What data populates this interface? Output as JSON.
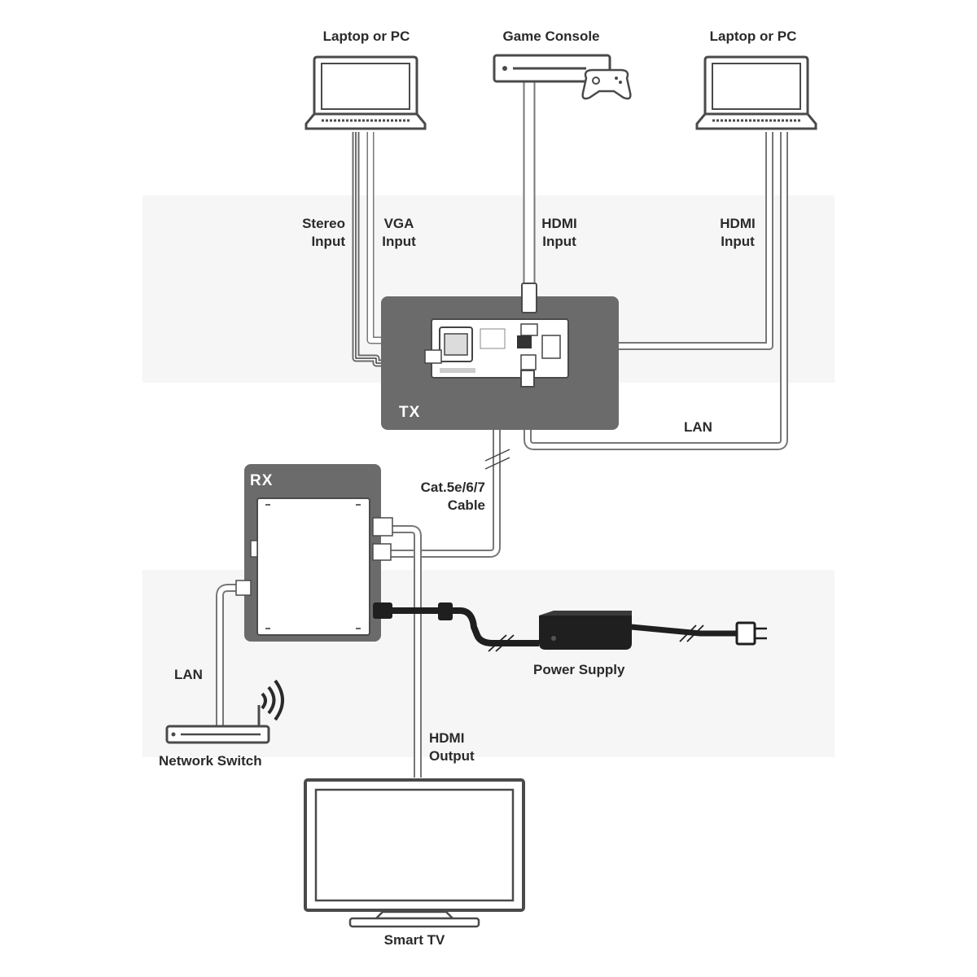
{
  "devices": {
    "laptop_left": "Laptop or PC",
    "game_console": "Game Console",
    "laptop_right": "Laptop or PC",
    "tx": "TX",
    "rx": "RX",
    "power_supply": "Power Supply",
    "network_switch": "Network Switch",
    "smart_tv": "Smart TV"
  },
  "connections": {
    "stereo_input": [
      "Stereo",
      "Input"
    ],
    "vga_input": [
      "VGA",
      "Input"
    ],
    "hdmi_input_console": [
      "HDMI",
      "Input"
    ],
    "hdmi_input_laptop": [
      "HDMI",
      "Input"
    ],
    "lan_tx": "LAN",
    "cat_cable": [
      "Cat.5e/6/7",
      "Cable"
    ],
    "lan_rx": "LAN",
    "hdmi_output": [
      "HDMI",
      "Output"
    ]
  },
  "colors": {
    "device_gray": "#6b6b6b",
    "device_outline": "#4a4a4a",
    "cable_fill": "#ffffff",
    "cable_outline": "#777777",
    "text": "#2a2a2a"
  }
}
